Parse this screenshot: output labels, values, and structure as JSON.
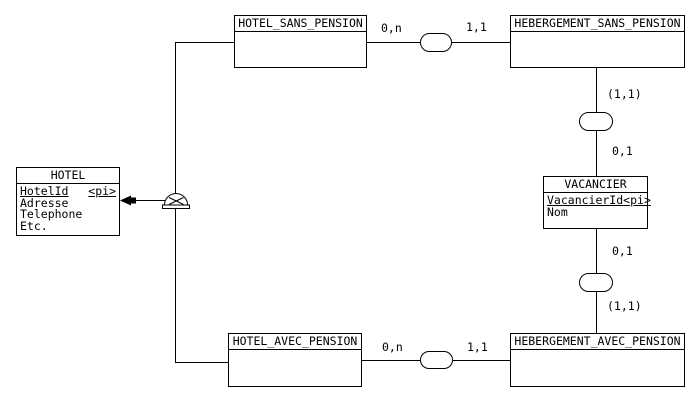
{
  "diagram": {
    "notation": "conceptual-data-model",
    "colors": {
      "background": "#ffffff",
      "line": "#000000",
      "entity_fill": "#ffffff"
    },
    "entities": [
      {
        "name": "HOTEL",
        "attributes": [
          {
            "name": "HotelId",
            "tag": "<pi>",
            "primary": true
          },
          {
            "name": "Adresse",
            "tag": "",
            "primary": false
          },
          {
            "name": "Telephone",
            "tag": "",
            "primary": false
          },
          {
            "name": "Etc.",
            "tag": "",
            "primary": false
          }
        ]
      },
      {
        "name": "HOTEL_SANS_PENSION",
        "attributes": []
      },
      {
        "name": "HEBERGEMENT_SANS_PENSION",
        "attributes": []
      },
      {
        "name": "VACANCIER",
        "attributes": [
          {
            "name": "VacancierId",
            "tag": "<pi>",
            "primary": true
          },
          {
            "name": "Nom",
            "tag": "",
            "primary": false
          }
        ]
      },
      {
        "name": "HOTEL_AVEC_PENSION",
        "attributes": []
      },
      {
        "name": "HEBERGEMENT_AVEC_PENSION",
        "attributes": []
      }
    ],
    "relationships": [
      {
        "id": "rel-top",
        "label": ""
      },
      {
        "id": "rel-right-upper",
        "label": ""
      },
      {
        "id": "rel-right-lower",
        "label": ""
      },
      {
        "id": "rel-bottom",
        "label": ""
      }
    ],
    "cardinalities": {
      "top_left": "0,n",
      "top_right": "1,1",
      "upper_chain_top": "(1,1)",
      "upper_chain_bottom": "0,1",
      "lower_chain_top": "0,1",
      "lower_chain_bottom": "(1,1)",
      "bottom_left": "0,n",
      "bottom_right": "1,1"
    }
  }
}
